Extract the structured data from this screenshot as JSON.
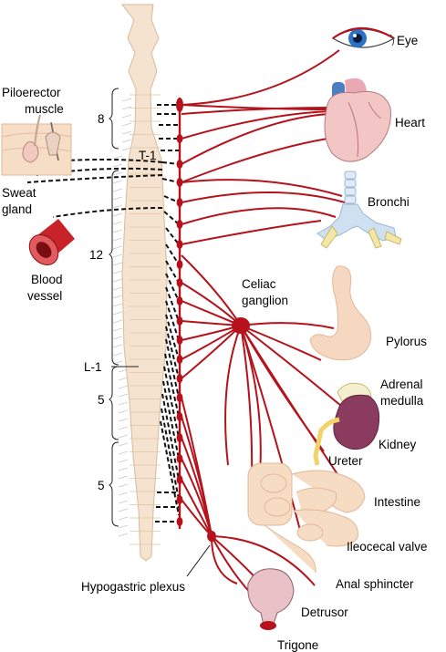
{
  "labels": {
    "eye": "Eye",
    "heart": "Heart",
    "bronchi": "Bronchi",
    "piloerector_line1": "Piloerector",
    "piloerector_line2": "muscle",
    "sweat_line1": "Sweat",
    "sweat_line2": "gland",
    "blood_line1": "Blood",
    "blood_line2": "vessel",
    "celiac_line1": "Celiac",
    "celiac_line2": "ganglion",
    "pylorus": "Pylorus",
    "adrenal_line1": "Adrenal",
    "adrenal_line2": "medulla",
    "kidney": "Kidney",
    "ureter": "Ureter",
    "intestine": "Intestine",
    "ileocecal": "Ileocecal valve",
    "anal": "Anal sphincter",
    "hypogastric": "Hypogastric plexus",
    "detrusor": "Detrusor",
    "trigone": "Trigone"
  },
  "segments": {
    "thoracic_top": "8",
    "t1": "T-1",
    "thoracic_count": "12",
    "l1": "L-1",
    "lumbar_count": "5",
    "sacral_count": "5"
  },
  "colors": {
    "nerve": "#b5121b",
    "spinal_cord": "#f6e3cf",
    "cord_outline": "#d9b99a",
    "organ_pink": "#f3c6c6",
    "organ_beige": "#f5d9bf",
    "bronchi_blue": "#cfe0f0",
    "kidney_purple": "#8a3b5e",
    "eye_blue": "#2a72c6"
  }
}
